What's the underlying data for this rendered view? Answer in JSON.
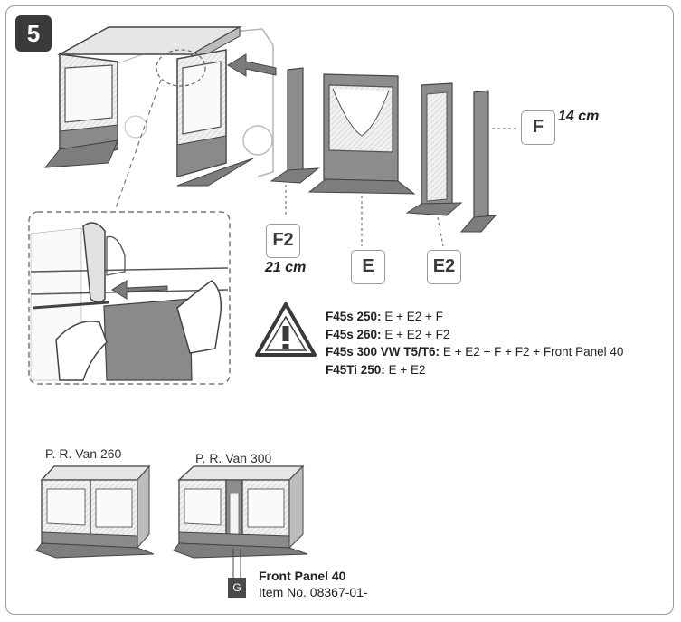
{
  "step_number": "5",
  "parts": {
    "F": {
      "label": "F",
      "width": "14 cm"
    },
    "F2": {
      "label": "F2",
      "width": "21 cm"
    },
    "E": {
      "label": "E"
    },
    "E2": {
      "label": "E2"
    }
  },
  "warning": {
    "icon": "warning-triangle-icon",
    "lines": [
      {
        "model": "F45s 250:",
        "parts": "E + E2 + F"
      },
      {
        "model": "F45s 260:",
        "parts": "E + E2 + F2"
      },
      {
        "model": "F45s 300 VW T5/T6:",
        "parts": "E + E2 + F + F2 + Front Panel 40"
      },
      {
        "model": "F45Ti 250:",
        "parts": "E + E2"
      }
    ]
  },
  "vans": [
    {
      "label": "P. R. Van 260"
    },
    {
      "label": "P. R. Van 300"
    }
  ],
  "front_panel": {
    "marker": "G",
    "title": "Front Panel 40",
    "item_no": "Item No. 08367-01-"
  }
}
